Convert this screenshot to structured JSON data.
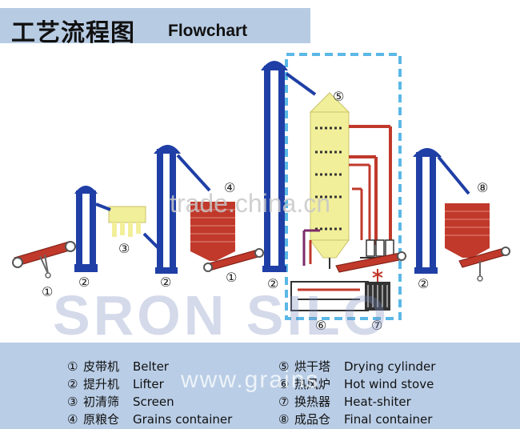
{
  "header": {
    "title_cn": "工艺流程图",
    "title_en": "Flowchart"
  },
  "callouts": {
    "n1": "①",
    "n2": "②",
    "n3": "③",
    "n4": "④",
    "n5": "⑤",
    "n6": "⑥",
    "n7": "⑦",
    "n8": "⑧"
  },
  "legend": [
    {
      "num": "①",
      "cn": "皮带机",
      "en": "Belter"
    },
    {
      "num": "②",
      "cn": "提升机",
      "en": "Lifter"
    },
    {
      "num": "③",
      "cn": "初清筛",
      "en": "Screen"
    },
    {
      "num": "④",
      "cn": "原粮仓",
      "en": "Grains container"
    },
    {
      "num": "⑤",
      "cn": "烘干塔",
      "en": "Drying cylinder"
    },
    {
      "num": "⑥",
      "cn": "热风炉",
      "en": "Hot wind stove"
    },
    {
      "num": "⑦",
      "cn": "换热器",
      "en": "Heat-shiter"
    },
    {
      "num": "⑧",
      "cn": "成品仓",
      "en": "Final container"
    }
  ],
  "watermarks": {
    "trade": "trade.china.cn",
    "brand": "SRON SILO",
    "web": "www.grains"
  },
  "colors": {
    "equipment_blue": "#1f3fa6",
    "bin_red": "#c0392b",
    "screen_yellow": "#f2ef9a",
    "duct_red": "#c0392b",
    "dashed_border": "#5bb8e6",
    "header_band": "#b7cbe3",
    "legend_band": "#b9cde6"
  }
}
